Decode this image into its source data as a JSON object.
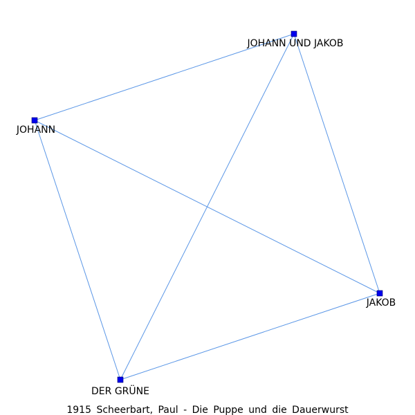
{
  "graph": {
    "caption": "1915 Scheerbart, Paul - Die Puppe und die Dauerwurst",
    "nodes": [
      {
        "id": "johann_und_jakob",
        "label": "JOHANN UND JAKOB"
      },
      {
        "id": "johann",
        "label": "JOHANN"
      },
      {
        "id": "jakob",
        "label": "JAKOB"
      },
      {
        "id": "der_gruene",
        "label": "DER GRÜNE"
      }
    ],
    "edges": [
      [
        "johann_und_jakob",
        "johann"
      ],
      [
        "johann_und_jakob",
        "der_gruene"
      ],
      [
        "johann_und_jakob",
        "jakob"
      ],
      [
        "johann",
        "jakob"
      ],
      [
        "johann",
        "der_gruene"
      ],
      [
        "der_gruene",
        "jakob"
      ]
    ],
    "colors": {
      "edge": "#5a96e6",
      "node": "#0000ee"
    }
  }
}
